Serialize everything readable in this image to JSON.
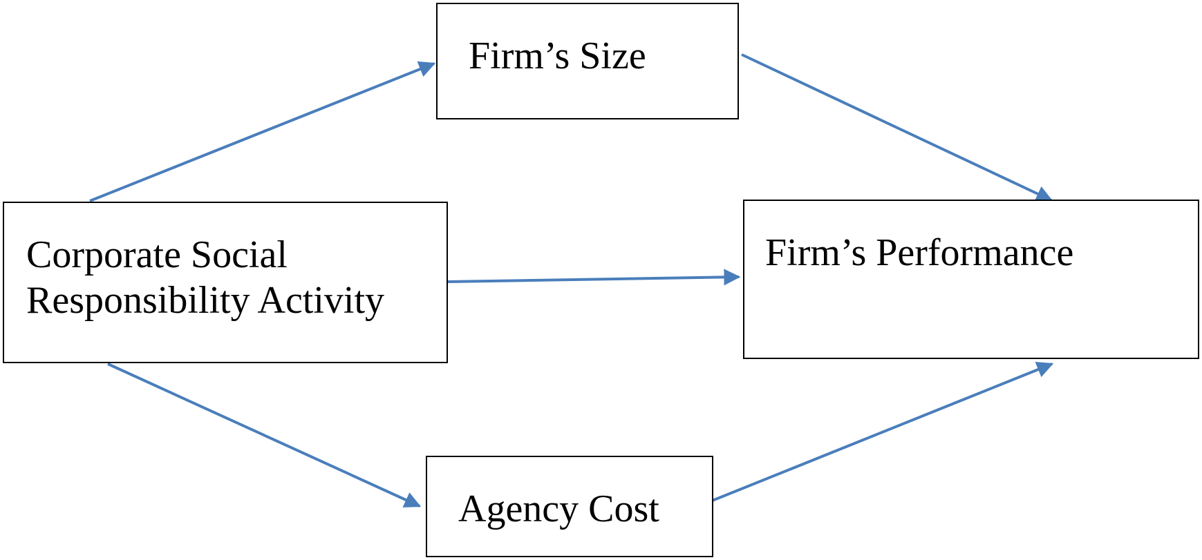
{
  "diagram": {
    "nodes": {
      "csr": {
        "lines": [
          "Corporate Social",
          "Responsibility Activity"
        ]
      },
      "size": {
        "label": "Firm’s Size"
      },
      "agency": {
        "label": "Agency Cost"
      },
      "performance": {
        "label": "Firm’s Performance"
      }
    },
    "edges": [
      {
        "from": "Corporate Social Responsibility Activity",
        "to": "Firm’s Size"
      },
      {
        "from": "Corporate Social Responsibility Activity",
        "to": "Firm’s Performance"
      },
      {
        "from": "Corporate Social Responsibility Activity",
        "to": "Agency Cost"
      },
      {
        "from": "Firm’s Size",
        "to": "Firm’s Performance"
      },
      {
        "from": "Agency Cost",
        "to": "Firm’s Performance"
      }
    ],
    "colors": {
      "arrow": "#4a7ebb",
      "border": "#000000",
      "text": "#000000",
      "background": "#ffffff"
    }
  }
}
